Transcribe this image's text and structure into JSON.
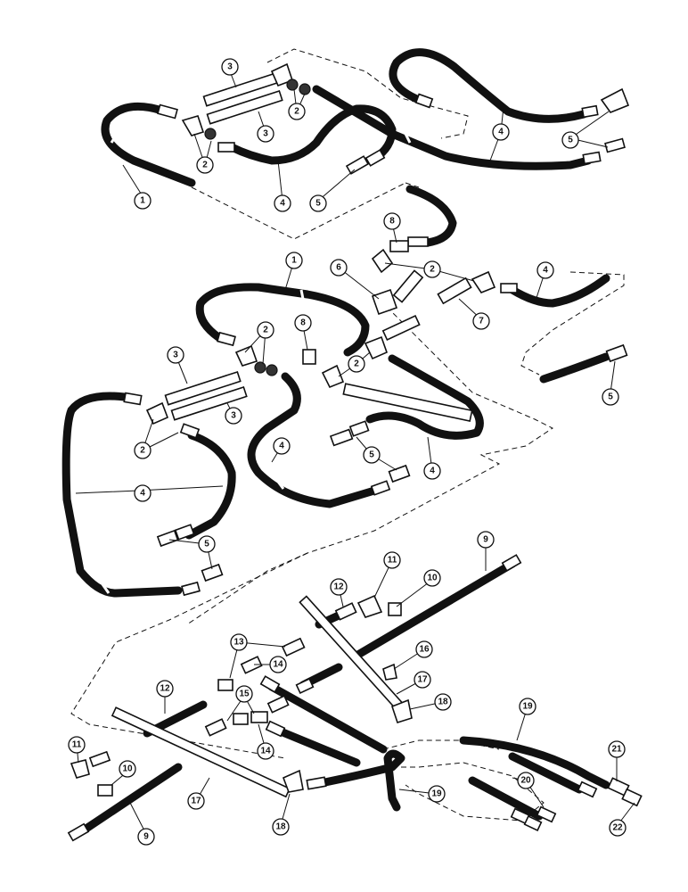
{
  "callouts": [
    {
      "id": "c1a",
      "label": "1"
    },
    {
      "id": "c1b",
      "label": "1"
    },
    {
      "id": "c2a",
      "label": "2"
    },
    {
      "id": "c2b",
      "label": "2"
    },
    {
      "id": "c2c",
      "label": "2"
    },
    {
      "id": "c2d",
      "label": "2"
    },
    {
      "id": "c2e",
      "label": "2"
    },
    {
      "id": "c2f",
      "label": "2"
    },
    {
      "id": "c3a",
      "label": "3"
    },
    {
      "id": "c3b",
      "label": "3"
    },
    {
      "id": "c3c",
      "label": "3"
    },
    {
      "id": "c3d",
      "label": "3"
    },
    {
      "id": "c4a",
      "label": "4"
    },
    {
      "id": "c4b",
      "label": "4"
    },
    {
      "id": "c4c",
      "label": "4"
    },
    {
      "id": "c4d",
      "label": "4"
    },
    {
      "id": "c4e",
      "label": "4"
    },
    {
      "id": "c4f",
      "label": "4"
    },
    {
      "id": "c5a",
      "label": "5"
    },
    {
      "id": "c5b",
      "label": "5"
    },
    {
      "id": "c5c",
      "label": "5"
    },
    {
      "id": "c5d",
      "label": "5"
    },
    {
      "id": "c5e",
      "label": "5"
    },
    {
      "id": "c6",
      "label": "6"
    },
    {
      "id": "c7",
      "label": "7"
    },
    {
      "id": "c8a",
      "label": "8"
    },
    {
      "id": "c8b",
      "label": "8"
    },
    {
      "id": "c9a",
      "label": "9"
    },
    {
      "id": "c9b",
      "label": "9"
    },
    {
      "id": "c10a",
      "label": "10"
    },
    {
      "id": "c10b",
      "label": "10"
    },
    {
      "id": "c11a",
      "label": "11"
    },
    {
      "id": "c11b",
      "label": "11"
    },
    {
      "id": "c12a",
      "label": "12"
    },
    {
      "id": "c12b",
      "label": "12"
    },
    {
      "id": "c13",
      "label": "13"
    },
    {
      "id": "c14a",
      "label": "14"
    },
    {
      "id": "c14b",
      "label": "14"
    },
    {
      "id": "c15",
      "label": "15"
    },
    {
      "id": "c16",
      "label": "16"
    },
    {
      "id": "c17a",
      "label": "17"
    },
    {
      "id": "c17b",
      "label": "17"
    },
    {
      "id": "c18a",
      "label": "18"
    },
    {
      "id": "c18b",
      "label": "18"
    },
    {
      "id": "c19a",
      "label": "19"
    },
    {
      "id": "c19b",
      "label": "19"
    },
    {
      "id": "c20",
      "label": "20"
    },
    {
      "id": "c21",
      "label": "21"
    },
    {
      "id": "c22",
      "label": "22"
    }
  ]
}
